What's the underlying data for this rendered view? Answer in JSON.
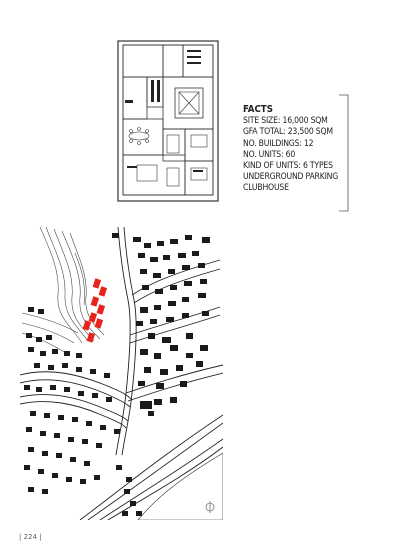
{
  "facts": {
    "title": "FACTS",
    "items": [
      "SITE SIZE: 16,000 SQM",
      "GFA TOTAL: 23,500 SQM",
      "NO. BUILDINGS: 12",
      "NO. UNITS: 60",
      "KIND OF UNITS: 6 TYPES",
      "UNDERGROUND PARKING",
      "CLUBHOUSE"
    ]
  },
  "page_number": "| 224 |",
  "colors": {
    "highlight_buildings": "#e8231c",
    "buildings": "#1a1a1a",
    "lines": "#444444"
  }
}
